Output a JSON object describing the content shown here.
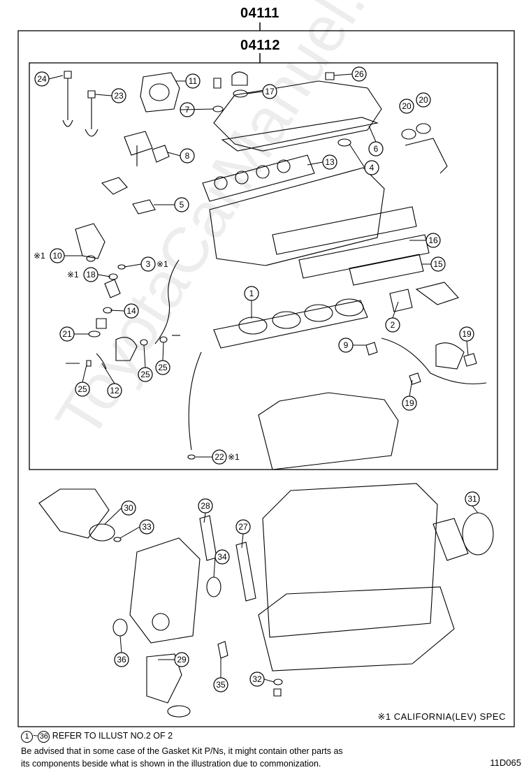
{
  "header": {
    "kit_code": "04111",
    "subkit_code": "04112"
  },
  "watermark": "ToyotaCarManuel.ru",
  "callouts": {
    "c1": "1",
    "c2": "2",
    "c3": "3",
    "c4": "4",
    "c5": "5",
    "c6": "6",
    "c7": "7",
    "c8": "8",
    "c9": "9",
    "c10": "10",
    "c11": "11",
    "c12": "12",
    "c13": "13",
    "c14": "14",
    "c15": "15",
    "c16": "16",
    "c17": "17",
    "c18": "18",
    "c19": "19",
    "c20": "20",
    "c21": "21",
    "c22": "22",
    "c23": "23",
    "c24": "24",
    "c25": "25",
    "c26": "26",
    "c27": "27",
    "c28": "28",
    "c29": "29",
    "c30": "30",
    "c31": "31",
    "c32": "32",
    "c33": "33",
    "c34": "34",
    "c35": "35",
    "c36": "36"
  },
  "spec_mark": "※1",
  "footer": {
    "spec_note": "※1 CALIFORNIA(LEV) SPEC",
    "range_start": "1",
    "range_tilde": "~",
    "range_end": "36",
    "refer_text": "REFER TO ILLUST NO.2 OF 2",
    "advisory_line1": "Be advised that in some case of the Gasket Kit P/Ns,  it might contain other parts as",
    "advisory_line2": "its components beside what is shown in the illustration due to commonization.",
    "illust_code": "11D065"
  }
}
